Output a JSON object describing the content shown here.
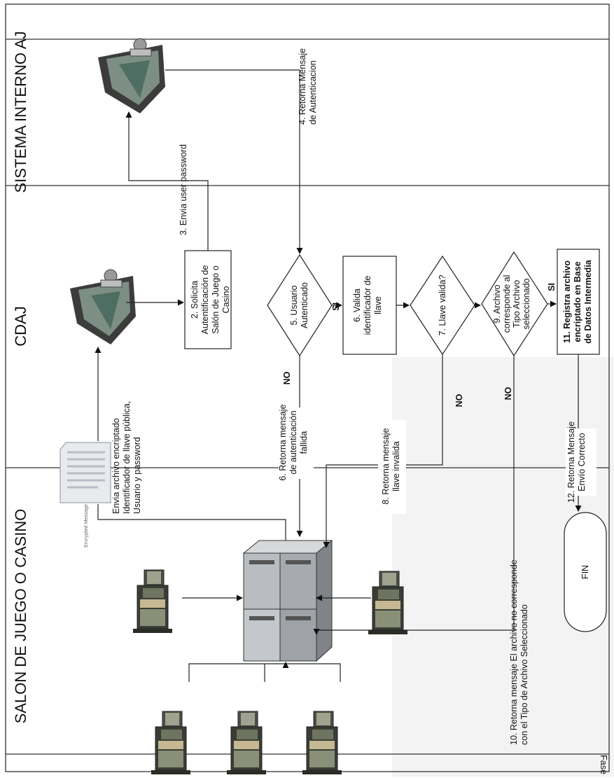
{
  "lanes": {
    "salon": "SALON DE JUEGO O CASINO",
    "cdaj": "CDAJ",
    "sistema": "SISTEMA INTERNO AJ",
    "fase": "Fase"
  },
  "steps": {
    "s1_l1": "Envia archivo encriptado",
    "s1_l2": "Identificador de llave pública,",
    "s1_l3": "Usuario y password",
    "doc_caption": "Encrypted Message",
    "s2_l1": "2. Solicita",
    "s2_l2": "Autentificación de",
    "s2_l3": "Salón de Juego o",
    "s2_l4": "Casino",
    "s3": "3. Envia user password",
    "s4_l1": "4. Retorna Mensaje",
    "s4_l2": "de Autenticacion",
    "s5_l1": "5. Usuario",
    "s5_l2": "Autenticado",
    "s6a_l1": "6. Retorna mensaje",
    "s6a_l2": "de autenticación",
    "s6a_l3": "fallida",
    "s6b_l1": "6. Valida",
    "s6b_l2": "identificador de",
    "s6b_l3": "llave",
    "s7": "7. Llave valida?",
    "s8_l1": "8. Retorna mensaje",
    "s8_l2": "llave invalida",
    "s9_l1": "9. Archivo",
    "s9_l2": "corresponde al",
    "s9_l3": "Tipo Archivo",
    "s9_l4": "seleccionado",
    "s10_l1": "10. Retorna mensaje El archivo no corresponde",
    "s10_l2": "con el Tipo de Archivo Seleccionado",
    "s11_l1": "11. Registra archivo",
    "s11_l2": "encriptado en Base",
    "s11_l3": "de Datos Intermedia",
    "s12_l1": "12. Retorna Mensaje",
    "s12_l2": "Envío Correcto",
    "fin": "FIN",
    "si": "SI",
    "no": "NO"
  },
  "icons": [
    "puzzle-key-icon",
    "encrypted-message-icon",
    "server-cluster-icon",
    "slot-machine-icon"
  ]
}
